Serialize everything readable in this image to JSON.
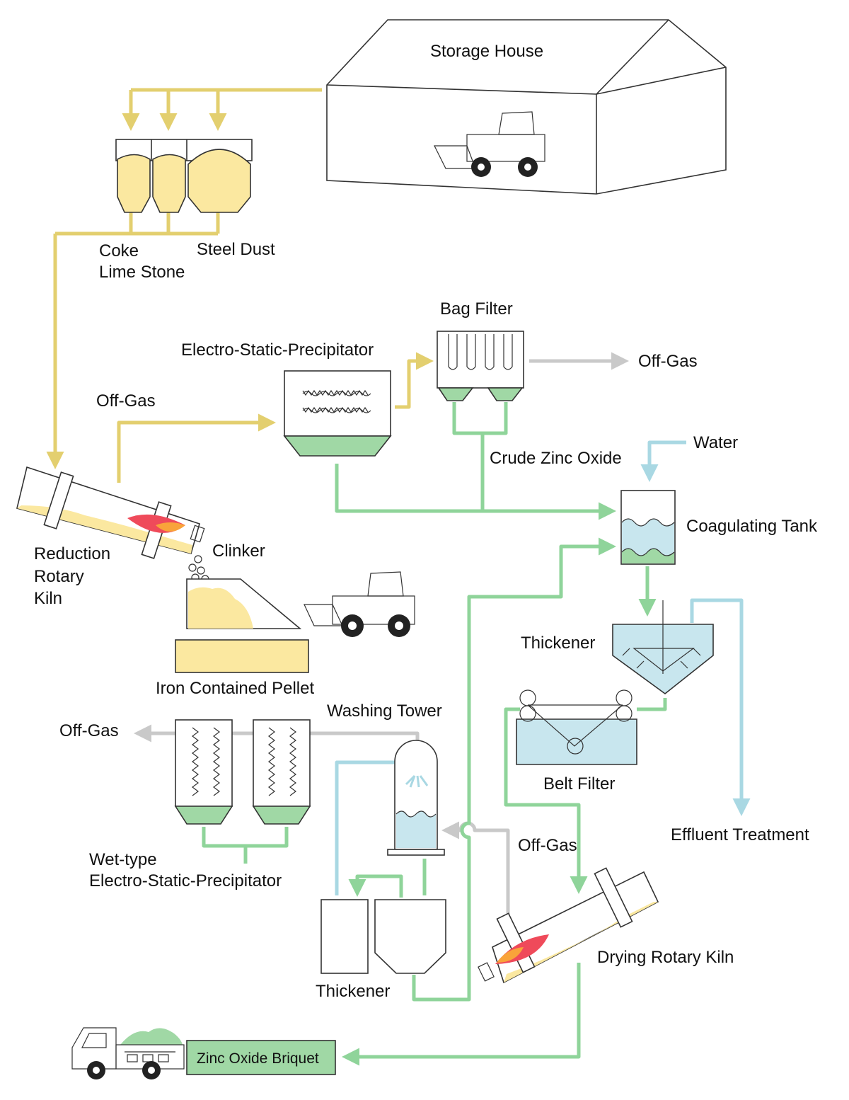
{
  "colors": {
    "yellow_flow": "#e3cf6f",
    "green_flow": "#8fd49a",
    "water_flow": "#a9d8e3",
    "gas_flow": "#c9c9c9",
    "material_fill": "#fbe8a0",
    "product_fill": "#a0d8a5",
    "water_fill": "#c8e6ee",
    "flame_outer": "#ef4a5a",
    "flame_inner": "#f9a33a"
  },
  "labels": {
    "storage_house": "Storage House",
    "coke": "Coke",
    "lime_stone": "Lime Stone",
    "steel_dust": "Steel Dust",
    "bag_filter": "Bag Filter",
    "esp": "Electro-Static-Precipitator",
    "off_gas_bag": "Off-Gas",
    "off_gas_kiln": "Off-Gas",
    "water": "Water",
    "crude_zinc_oxide": "Crude Zinc Oxide",
    "coagulating_tank": "Coagulating Tank",
    "reduction_rotary_kiln": [
      "Reduction",
      "Rotary",
      "Kiln"
    ],
    "clinker": "Clinker",
    "thickener_upper": "Thickener",
    "iron_contained_pellet": "Iron Contained Pellet",
    "washing_tower": "Washing Tower",
    "off_gas_wet": "Off-Gas",
    "belt_filter": "Belt Filter",
    "effluent_treatment": "Effluent Treatment",
    "wet_esp": [
      "Wet-type",
      "Electro-Static-Precipitator"
    ],
    "off_gas_dryer": "Off-Gas",
    "drying_rotary_kiln": "Drying Rotary Kiln",
    "thickener_lower": "Thickener",
    "zinc_oxide_briquet": "Zinc Oxide Briquet"
  }
}
